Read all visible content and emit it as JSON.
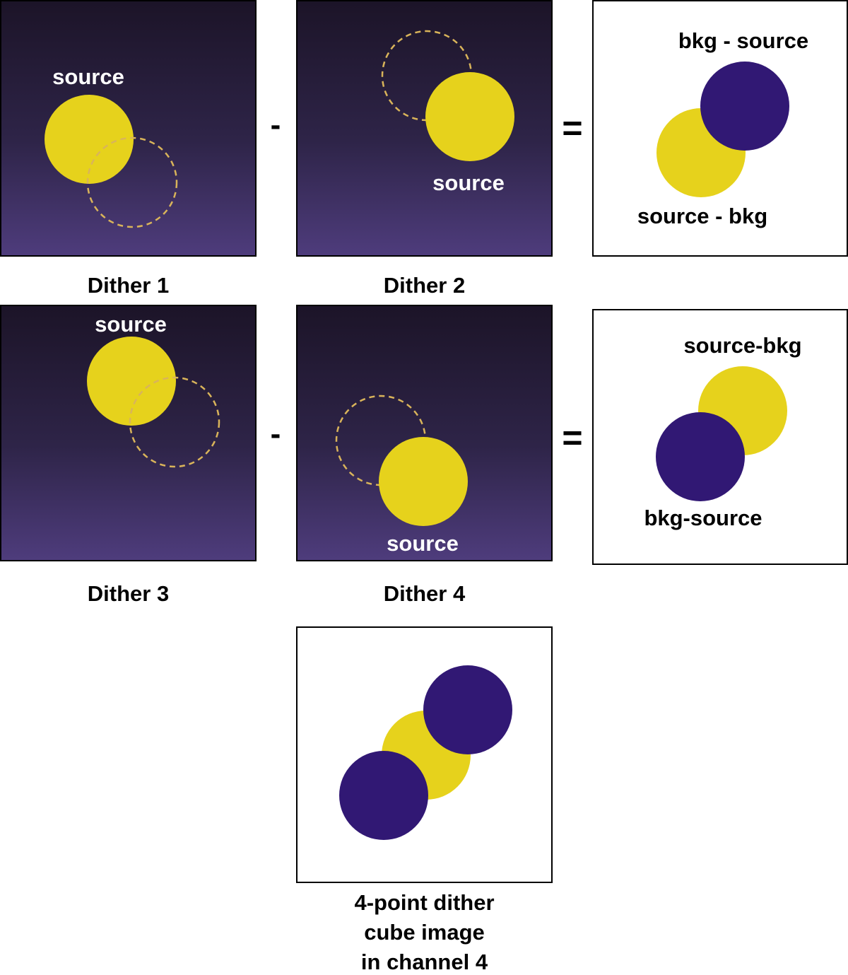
{
  "colors": {
    "source_yellow": "#e6d21c",
    "bkg_purple": "#311874",
    "dashed_outline": "#d9b45a",
    "panel_dark_top": "#1c1428",
    "panel_dark_bottom": "#4e3c7c"
  },
  "row1": {
    "dither1_caption": "Dither 1",
    "dither1_source_label": "source",
    "minus": "-",
    "dither2_caption": "Dither 2",
    "dither2_source_label": "source",
    "equals": "=",
    "result_top_label": "bkg - source",
    "result_bottom_label": "source - bkg"
  },
  "row2": {
    "dither3_caption": "Dither 3",
    "dither3_source_label": "source",
    "minus": "-",
    "dither4_caption": "Dither 4",
    "dither4_source_label": "source",
    "equals": "=",
    "result_top_label": "source-bkg",
    "result_bottom_label": "bkg-source"
  },
  "combined": {
    "caption_line1": "4-point dither",
    "caption_line2": "cube image",
    "caption_line3": "in channel 4"
  }
}
